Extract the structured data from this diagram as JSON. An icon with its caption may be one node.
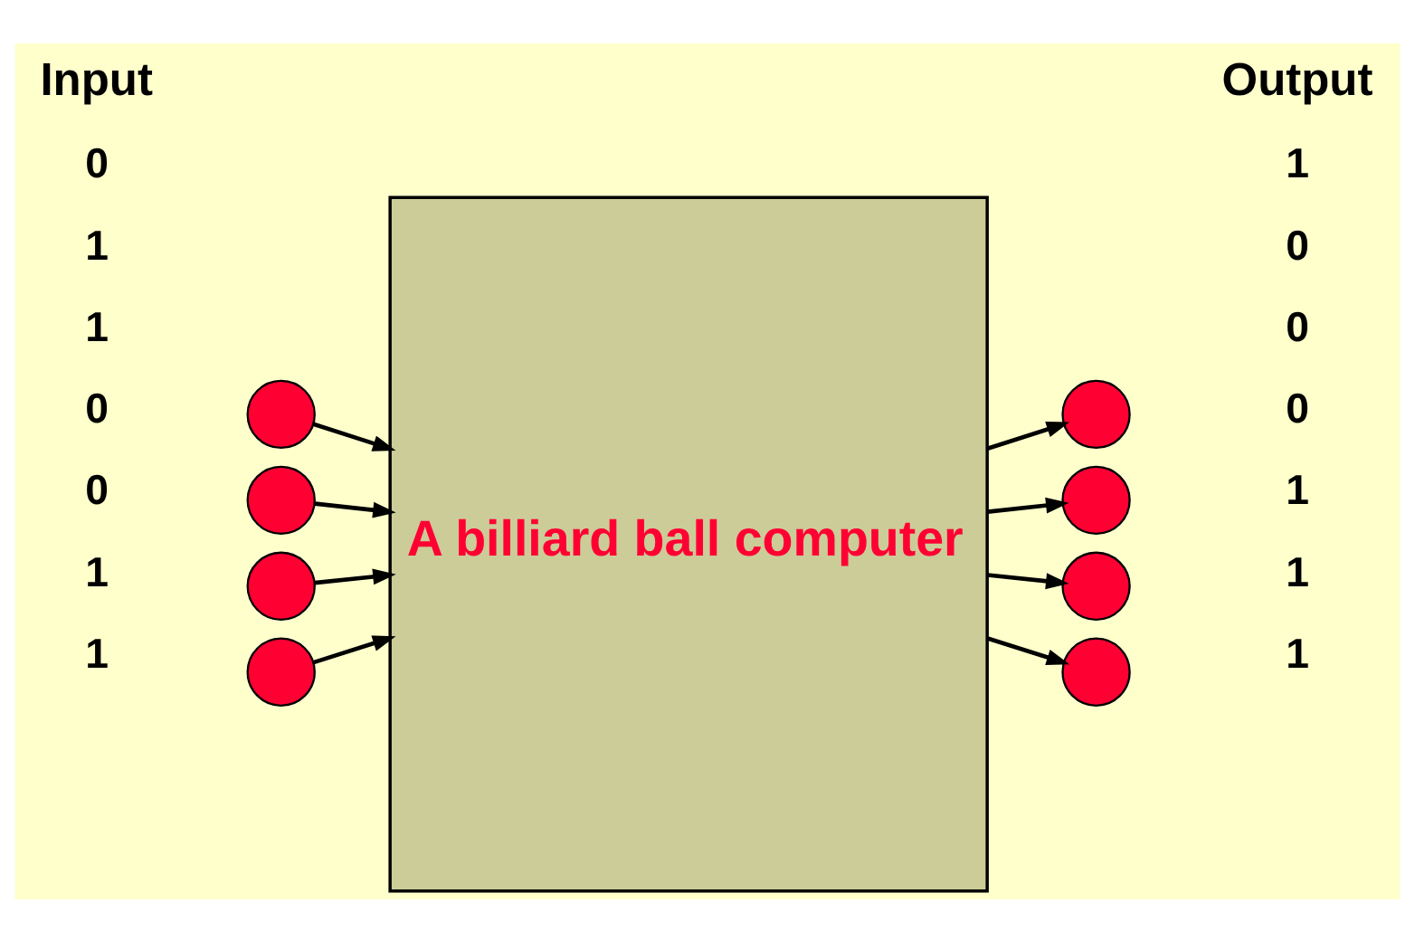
{
  "diagram": {
    "nodes": [
      {
        "text": [
          "A billiard ball computer"
        ]
      },
      {
        "text": [],
        "shape": "circle"
      },
      {
        "text": [],
        "shape": "circle"
      },
      {
        "text": [],
        "shape": "circle"
      },
      {
        "text": [],
        "shape": "circle"
      },
      {
        "text": [],
        "shape": "circle"
      },
      {
        "text": [],
        "shape": "circle"
      },
      {
        "text": [],
        "shape": "circle"
      },
      {
        "text": [],
        "shape": "circle"
      }
    ],
    "edges": [
      {
        "from": 1,
        "to": 0,
        "arrow": "to"
      },
      {
        "from": 2,
        "to": 0,
        "arrow": "to"
      },
      {
        "from": 3,
        "to": 0,
        "arrow": "to"
      },
      {
        "from": 4,
        "to": 0,
        "arrow": "to"
      },
      {
        "from": 0,
        "to": 5,
        "arrow": "to"
      },
      {
        "from": 0,
        "to": 6,
        "arrow": "to"
      },
      {
        "from": 0,
        "to": 7,
        "arrow": "to"
      },
      {
        "from": 0,
        "to": 8,
        "arrow": "to"
      }
    ],
    "labels": [
      "Input",
      "0",
      "1",
      "1",
      "0",
      "0",
      "1",
      "1",
      "Output",
      "1",
      "0",
      "0",
      "0",
      "1",
      "1",
      "1"
    ]
  }
}
